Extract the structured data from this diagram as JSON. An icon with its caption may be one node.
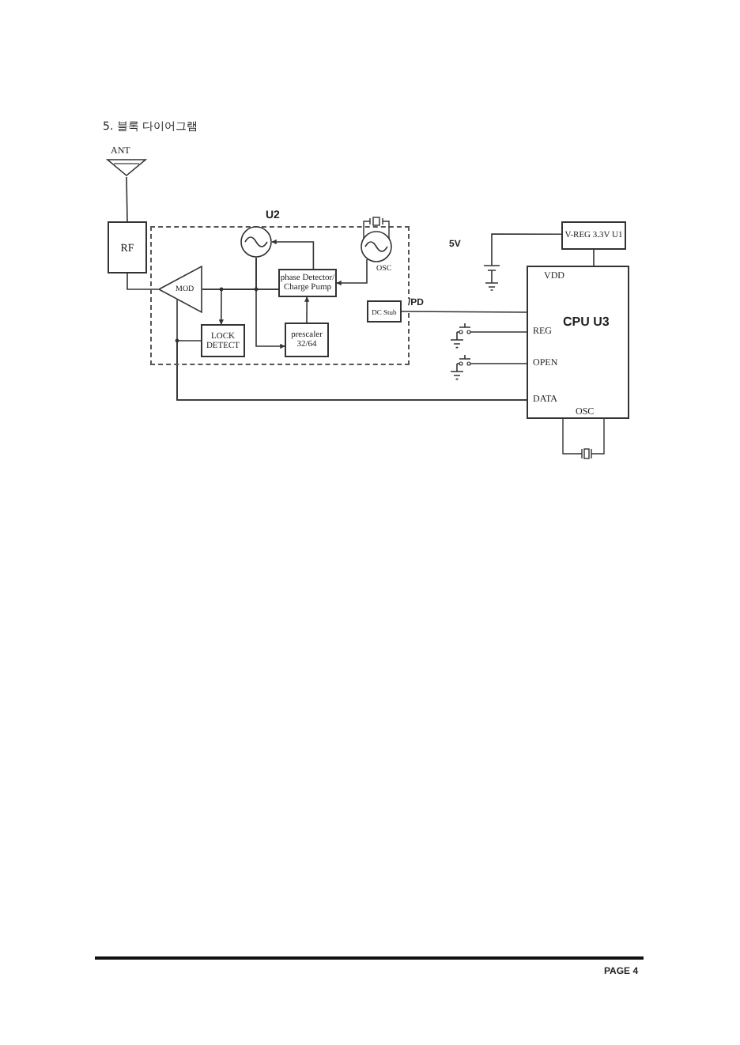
{
  "diagram": {
    "title": "5. 블록 다이어그램",
    "nodes": [
      {
        "text": [
          "ANT"
        ]
      },
      {
        "text": [
          "RF"
        ]
      },
      {
        "text": [
          "U2"
        ]
      },
      {
        "text": [
          "MOD"
        ],
        "in": 2
      },
      {
        "text": [],
        "shape": "circle",
        "in": 2
      },
      {
        "text": [
          "OSC"
        ],
        "in": 2
      },
      {
        "text": [
          "phase Detector/ Charge Pump"
        ],
        "in": 2
      },
      {
        "text": [
          "LOCK DETECT"
        ],
        "in": 2
      },
      {
        "text": [
          "prescaler 32/64"
        ],
        "in": 2
      },
      {
        "text": [
          "DC Stub"
        ],
        "in": 2
      },
      {
        "text": [
          "V-REG 3.3V U1"
        ]
      },
      {
        "text": [
          "VDD",
          "CPU U3",
          "REG",
          "OPEN",
          "DATA",
          "OSC"
        ]
      },
      {
        "text": [],
        "shape": "battery",
        "beside": [
          "5V"
        ]
      },
      {
        "text": [],
        "shape": "switch"
      },
      {
        "text": [],
        "shape": "switch"
      }
    ],
    "edges": [
      {
        "from": 0,
        "to": 1,
        "arrow": "none"
      },
      {
        "from": 1,
        "to": 3,
        "arrow": "none"
      },
      {
        "from": 3,
        "to": 6,
        "arrow": "none"
      },
      {
        "from": 6,
        "to": 7,
        "arrow": "to"
      },
      {
        "from": 4,
        "to": 8,
        "arrow": "to"
      },
      {
        "from": 6,
        "to": 4,
        "arrow": "to"
      },
      {
        "from": 8,
        "to": 6,
        "arrow": "to"
      },
      {
        "from": 5,
        "to": 6,
        "arrow": "to"
      },
      {
        "from": 4,
        "to": 3,
        "arrow": "none"
      },
      {
        "from": 3,
        "to": 11,
        "arrow": "none"
      },
      {
        "from": 7,
        "to": 11,
        "arrow": "none"
      },
      {
        "from": 9,
        "to": 11,
        "arrow": "none",
        "label": "/PD"
      },
      {
        "from": 12,
        "to": 10,
        "arrow": "none"
      },
      {
        "from": 10,
        "to": 11,
        "arrow": "none"
      },
      {
        "from": 13,
        "to": 11,
        "arrow": "none"
      },
      {
        "from": 14,
        "to": 11,
        "arrow": "none"
      }
    ],
    "labels": [
      "PAGE 4"
    ]
  }
}
